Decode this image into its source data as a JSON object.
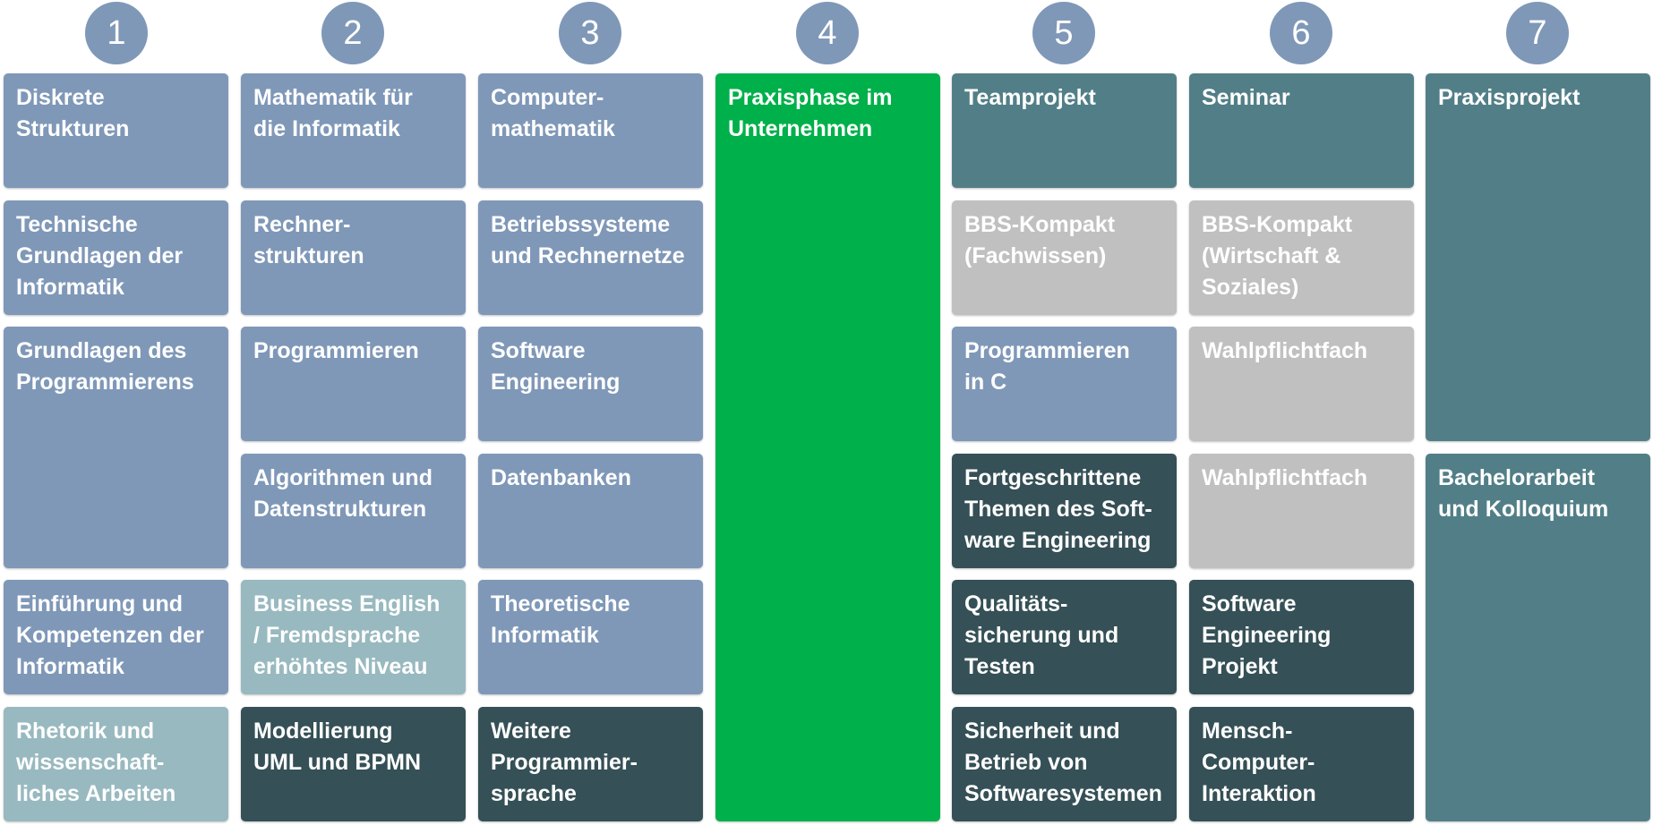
{
  "semesters": [
    "1",
    "2",
    "3",
    "4",
    "5",
    "6",
    "7"
  ],
  "colors": {
    "circle": "#7f98b8",
    "basic_module": "#7f98b8",
    "soft_skill_module": "#98b9bf",
    "advanced_module": "#355056",
    "project_module": "#527f87",
    "elective_module": "#c0c0c0",
    "internship": "#00b04a"
  },
  "columns": [
    {
      "semester": "1",
      "modules": [
        {
          "label": "Diskrete\nStrukturen",
          "color": "blue"
        },
        {
          "label": "Technische\nGrundlagen der\nInformatik",
          "color": "blue"
        },
        {
          "label": "Grundlagen des\nProgrammierens",
          "color": "blue"
        },
        {
          "label": "Einführung und\nKompetenzen der\nInformatik",
          "color": "blue"
        },
        {
          "label": "Rhetorik und\nwissenschaft-\nliches Arbeiten",
          "color": "teal"
        }
      ]
    },
    {
      "semester": "2",
      "modules": [
        {
          "label": "Mathematik für\ndie Informatik",
          "color": "blue"
        },
        {
          "label": "Rechner-\nstrukturen",
          "color": "blue"
        },
        {
          "label": "Programmieren",
          "color": "blue"
        },
        {
          "label": "Algorithmen und\nDatenstrukturen",
          "color": "blue"
        },
        {
          "label": "Business English\n/ Fremdsprache\nerhöhtes Niveau",
          "color": "teal"
        },
        {
          "label": "Modellierung\nUML und BPMN",
          "color": "dark"
        }
      ]
    },
    {
      "semester": "3",
      "modules": [
        {
          "label": "Computer-\nmathematik",
          "color": "blue"
        },
        {
          "label": "Betriebssysteme\nund Rechnernetze",
          "color": "blue"
        },
        {
          "label": "Software\nEngineering",
          "color": "blue"
        },
        {
          "label": "Datenbanken",
          "color": "blue"
        },
        {
          "label": "Theoretische\nInformatik",
          "color": "blue"
        },
        {
          "label": "Weitere\nProgrammier-\nsprache",
          "color": "dark"
        }
      ]
    },
    {
      "semester": "4",
      "modules": [
        {
          "label": "Praxisphase im\nUnternehmen",
          "color": "green"
        }
      ]
    },
    {
      "semester": "5",
      "modules": [
        {
          "label": "Teamprojekt",
          "color": "slate"
        },
        {
          "label": "BBS-Kompakt\n(Fachwissen)",
          "color": "grey"
        },
        {
          "label": "Programmieren\nin C",
          "color": "blue"
        },
        {
          "label": "Fortgeschrittene\nThemen des Soft-\nware Engineering",
          "color": "dark"
        },
        {
          "label": "Qualitäts-\nsicherung und\nTesten",
          "color": "dark"
        },
        {
          "label": "Sicherheit und\nBetrieb von\nSoftwaresystemen",
          "color": "dark"
        }
      ]
    },
    {
      "semester": "6",
      "modules": [
        {
          "label": "Seminar",
          "color": "slate"
        },
        {
          "label": "BBS-Kompakt\n(Wirtschaft &\nSoziales)",
          "color": "grey"
        },
        {
          "label": "Wahlpflichtfach",
          "color": "grey"
        },
        {
          "label": "Wahlpflichtfach",
          "color": "grey"
        },
        {
          "label": "Software\nEngineering\nProjekt",
          "color": "dark"
        },
        {
          "label": "Mensch-\nComputer-\nInteraktion",
          "color": "dark"
        }
      ]
    },
    {
      "semester": "7",
      "modules": [
        {
          "label": "Praxisprojekt",
          "color": "slate"
        },
        {
          "label": "Bachelorarbeit\nund Kolloquium",
          "color": "slate"
        }
      ]
    }
  ]
}
